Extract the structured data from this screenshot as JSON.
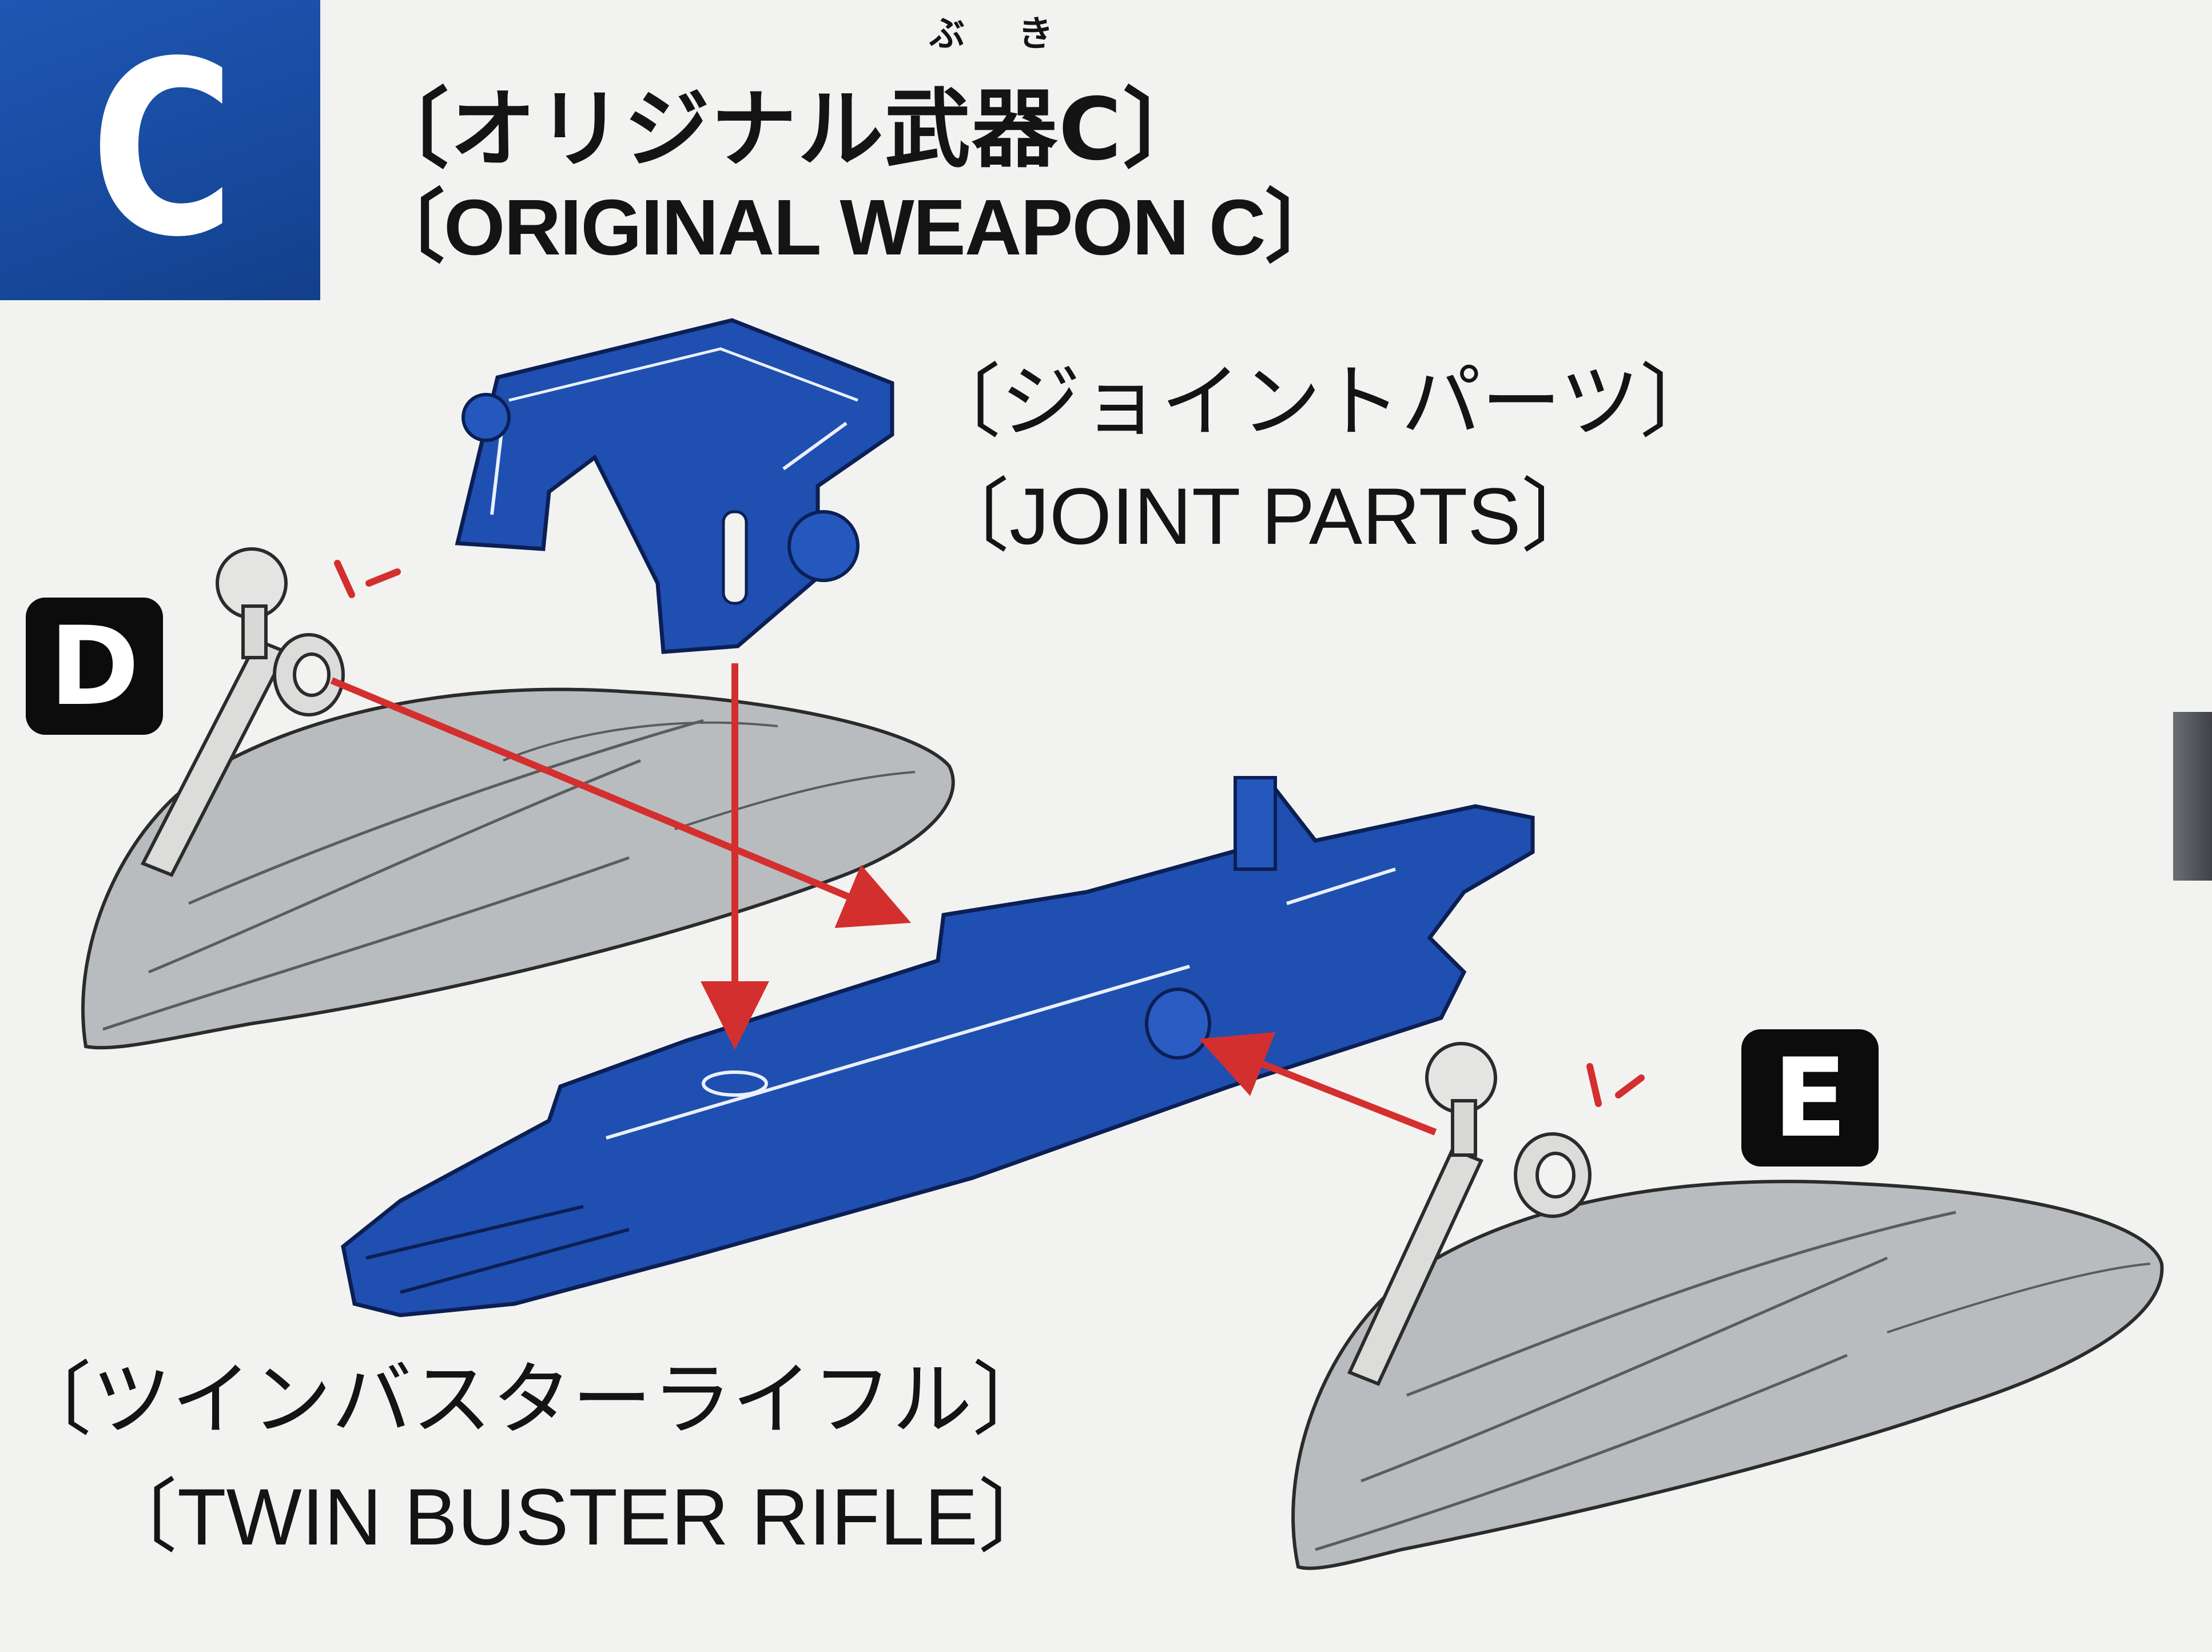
{
  "section": {
    "letter": "C",
    "color": "#1a50a8"
  },
  "title": {
    "jp": "〔オリジナル武器C〕",
    "ruby_bu": "ぶ",
    "ruby_ki": "き",
    "en": "〔ORIGINAL WEAPON C〕"
  },
  "parts": {
    "joint": {
      "jp": "〔ジョイントパーツ〕",
      "en": "〔JOINT PARTS〕"
    },
    "rifle": {
      "jp": "〔ツインバスターライフル〕",
      "en": "〔TWIN BUSTER RIFLE〕"
    }
  },
  "badges": {
    "d": "D",
    "e": "E"
  },
  "colors": {
    "part_blue": "#1f4fb0",
    "wing_gray": "#b9bcbe",
    "arrow_red": "#d42f2f",
    "badge_black": "#0c0c0c"
  },
  "icons": [
    "joint-part-icon",
    "twin-buster-rifle-icon",
    "wing-d-icon",
    "wing-e-icon",
    "assembly-arrow-icon",
    "click-mark-icon"
  ]
}
